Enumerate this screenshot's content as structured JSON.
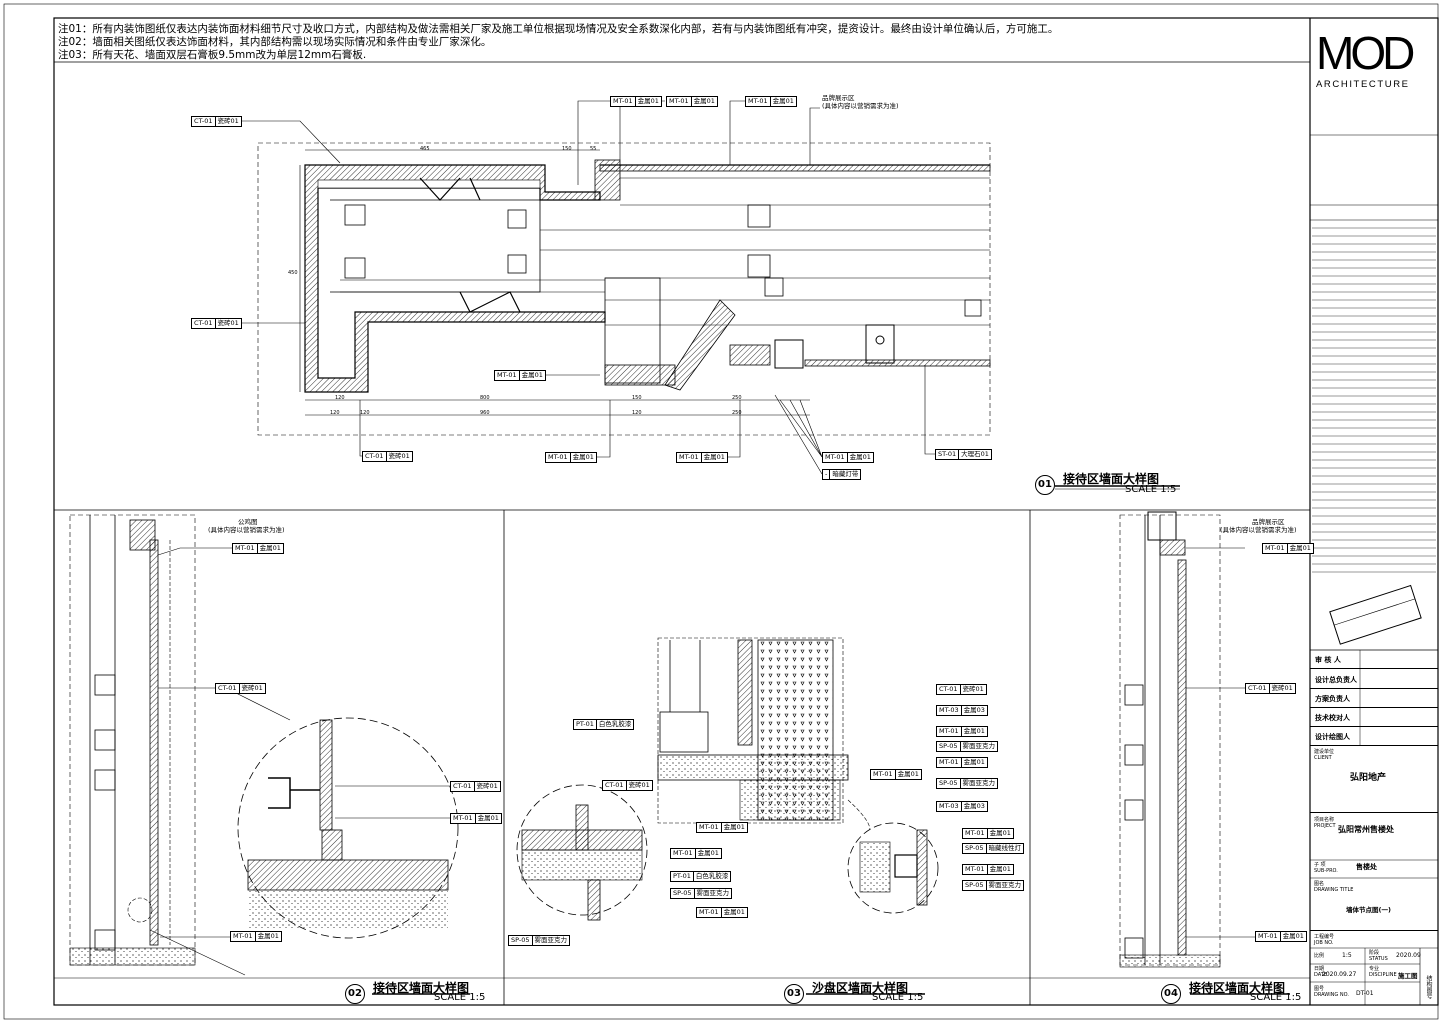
{
  "notes": [
    "注01：所有内装饰图纸仅表达内装饰面材料细节尺寸及收口方式，内部结构及做法需相关厂家及施工单位根据现场情况及安全系数深化内部，若有与内装饰图纸有冲突，提资设计。最终由设计单位确认后，方可施工。",
    "注02：墙面相关图纸仅表达饰面材料，其内部结构需以现场实际情况和条件由专业厂家深化。",
    "注03：所有天花、墙面双层石膏板9.5mm改为单层12mm石膏板."
  ],
  "drawings": [
    {
      "num": "01",
      "title": "接待区墙面大样图",
      "scale": "SCALE  1:5"
    },
    {
      "num": "02",
      "title": "接待区墙面大样图",
      "scale": "SCALE  1:5"
    },
    {
      "num": "03",
      "title": "沙盘区墙面大样图",
      "scale": "SCALE  1:5"
    },
    {
      "num": "04",
      "title": "接待区墙面大样图",
      "scale": "SCALE  1:5"
    }
  ],
  "annotations": {
    "d1": {
      "ct_top": [
        "CT-01",
        "瓷砖01"
      ],
      "ct_left": [
        "CT-01",
        "瓷砖01"
      ],
      "mt_top1": [
        "MT-01",
        "金属01"
      ],
      "mt_top2": [
        "MT-01",
        "金属01"
      ],
      "mt_top3": [
        "MT-01",
        "金属01"
      ],
      "brand_label": "品牌展示区",
      "brand_note": "(具体内容以营销需求为准)",
      "mt_mid": [
        "MT-01",
        "金属01"
      ],
      "ct_bottom": [
        "CT-01",
        "瓷砖01"
      ],
      "mt_bottom1": [
        "MT-01",
        "金属01"
      ],
      "mt_bottom2": [
        "MT-01",
        "金属01"
      ],
      "mt_bottom3": [
        "MT-01",
        "金属01"
      ],
      "led": [
        "-",
        "暗藏灯带"
      ],
      "st": [
        "ST-01",
        "大理石01"
      ],
      "dims_top": [
        "465",
        "150",
        "55"
      ],
      "dims_bottom1": [
        "120",
        "800",
        "150",
        "250"
      ],
      "dims_bottom2": [
        "120",
        "120",
        "960",
        "120",
        "250"
      ],
      "dim_left": "450"
    },
    "d2": {
      "label": "公鸡图",
      "label_note": "(具体内容以营销需求为准)",
      "mt_top": [
        "MT-01",
        "金属01"
      ],
      "ct": [
        "CT-01",
        "瓷砖01"
      ],
      "ct_detail": [
        "CT-01",
        "瓷砖01"
      ],
      "mt_detail": [
        "MT-01",
        "金属01"
      ],
      "mt_bottom": [
        "MT-01",
        "金属01"
      ]
    },
    "d3": {
      "pt": [
        "PT-01",
        "白色乳胶漆"
      ],
      "ct_r": [
        "CT-01",
        "瓷砖01"
      ],
      "mt03_a": [
        "MT-03",
        "金属03"
      ],
      "mt01_a": [
        "MT-01",
        "金属01"
      ],
      "sp05_a": [
        "SP-05",
        "雾面亚克力"
      ],
      "mt01_b": [
        "MT-01",
        "金属01"
      ],
      "mt01_mid": [
        "MT-01",
        "金属01"
      ],
      "sp05_b": [
        "SP-05",
        "雾面亚克力"
      ],
      "mt03_b": [
        "MT-03",
        "金属03"
      ],
      "ct_l": [
        "CT-01",
        "瓷砖01"
      ],
      "mt01_c": [
        "MT-01",
        "金属01"
      ],
      "mt01_d": [
        "MT-01",
        "金属01"
      ],
      "pt_b": [
        "PT-01",
        "白色乳胶漆"
      ],
      "sp05_c": [
        "SP-05",
        "雾面亚克力"
      ],
      "mt01_e": [
        "MT-01",
        "金属01"
      ],
      "sp05_d": [
        "SP-05",
        "雾面亚克力"
      ],
      "mt01_f": [
        "MT-01",
        "金属01"
      ],
      "sp05_e": [
        "SP-05",
        "暗藏线性灯"
      ],
      "mt01_g": [
        "MT-01",
        "金属01"
      ],
      "sp05_f": [
        "SP-05",
        "雾面亚克力"
      ]
    },
    "d4": {
      "label": "品牌展示区",
      "label_note": "(具体内容以营销需求为准)",
      "mt_top": [
        "MT-01",
        "金属01"
      ],
      "ct": [
        "CT-01",
        "瓷砖01"
      ],
      "mt_bottom": [
        "MT-01",
        "金属01"
      ]
    }
  },
  "title_block": {
    "logo_main": "MOD",
    "logo_sub": "ARCHITECTURE",
    "audit": "审 核 人",
    "design_lead": "设计总负责人",
    "project_lead": "方案负责人",
    "tech": "技术校对人",
    "drafter": "设计绘图人",
    "client_label": "建设单位\nCLIENT",
    "client": "弘阳地产",
    "project_label": "项目名称\nPROJECT",
    "project": "弘阳常州售楼处",
    "subproject_label": "子 项\nSUB-PRO.",
    "subproject": "售楼处",
    "drawing_title_label": "图名\nDRAWING TITLE",
    "drawing_title": "墙体节点图(一)",
    "job_label": "工程编号\nJOB NO.",
    "scale_label": "比例",
    "scale": "1:5",
    "status_label": "阶段\nSTATUS",
    "date_top": "2020.09",
    "date_label": "日期\nDATE",
    "date": "2020.09.27",
    "discipline_label": "专业\nDISCIPLINE",
    "discipline": "施工图",
    "drawing_no_label": "图号\nDRAWING NO.",
    "drawing_no": "DT-01",
    "side_mark": "结构图号"
  }
}
